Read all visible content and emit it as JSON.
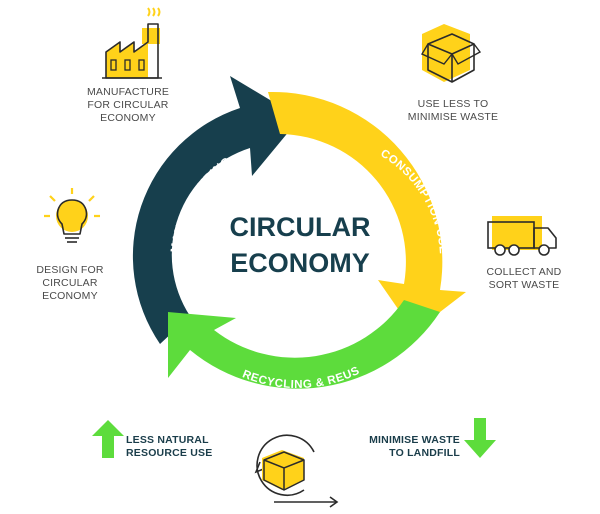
{
  "center": {
    "line1": "CIRCULAR",
    "line2": "ECONOMY"
  },
  "stages": {
    "manufacturing": "MANUFACTURING",
    "consumption": "CONSUMPTION USE",
    "recycling": "RECYCLING & REUSE"
  },
  "labels": {
    "manufacture": [
      "MANUFACTURE",
      "FOR CIRCULAR",
      "ECONOMY"
    ],
    "use_less": [
      "USE LESS TO",
      "MINIMISE WASTE"
    ],
    "collect": [
      "COLLECT AND",
      "SORT WASTE"
    ],
    "design": [
      "DESIGN FOR",
      "CIRCULAR",
      "ECONOMY"
    ],
    "less_natural": [
      "LESS NATURAL",
      "RESOURCE USE"
    ],
    "minimise_landfill": [
      "MINIMISE WASTE",
      "TO LANDFILL"
    ]
  },
  "colors": {
    "dark_teal": "#173f4d",
    "yellow": "#ffd21a",
    "green": "#5ddc3c",
    "icon_yellow": "#ffd21a",
    "icon_line": "#2b2b2b"
  },
  "icons": [
    "factory-icon",
    "box-icon",
    "truck-icon",
    "lightbulb-icon",
    "up-arrow-icon",
    "recycle-box-icon",
    "down-arrow-icon"
  ]
}
